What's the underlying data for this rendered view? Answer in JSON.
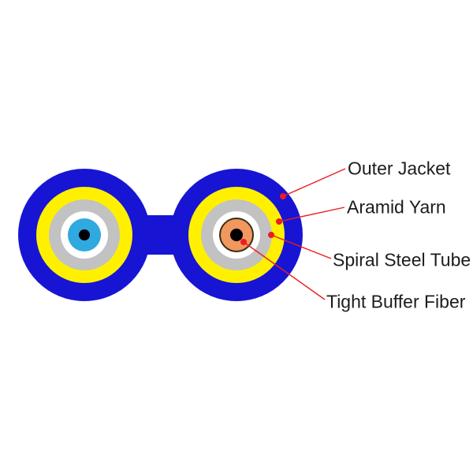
{
  "labels": {
    "outer_jacket": "Outer Jacket",
    "aramid_yarn": "Aramid Yarn",
    "spiral_steel_tube": "Spiral Steel Tube",
    "tight_buffer_fiber": "Tight Buffer Fiber"
  },
  "colors": {
    "outer_jacket_blue": "#1715D3",
    "aramid_yarn_yellow": "#FFF000",
    "steel_tube_gray": "#C2C2C2",
    "inner_gap_white": "#FFFFFF",
    "fiber_left_cyan": "#30A9E0",
    "fiber_right_orange": "#F0985E",
    "fiber_right_outline": "#3B2B14",
    "fiber_core_black": "#000000",
    "leader_red": "#EA1C24",
    "label_text": "#1C1C1C",
    "background": "#FFFFFF"
  }
}
